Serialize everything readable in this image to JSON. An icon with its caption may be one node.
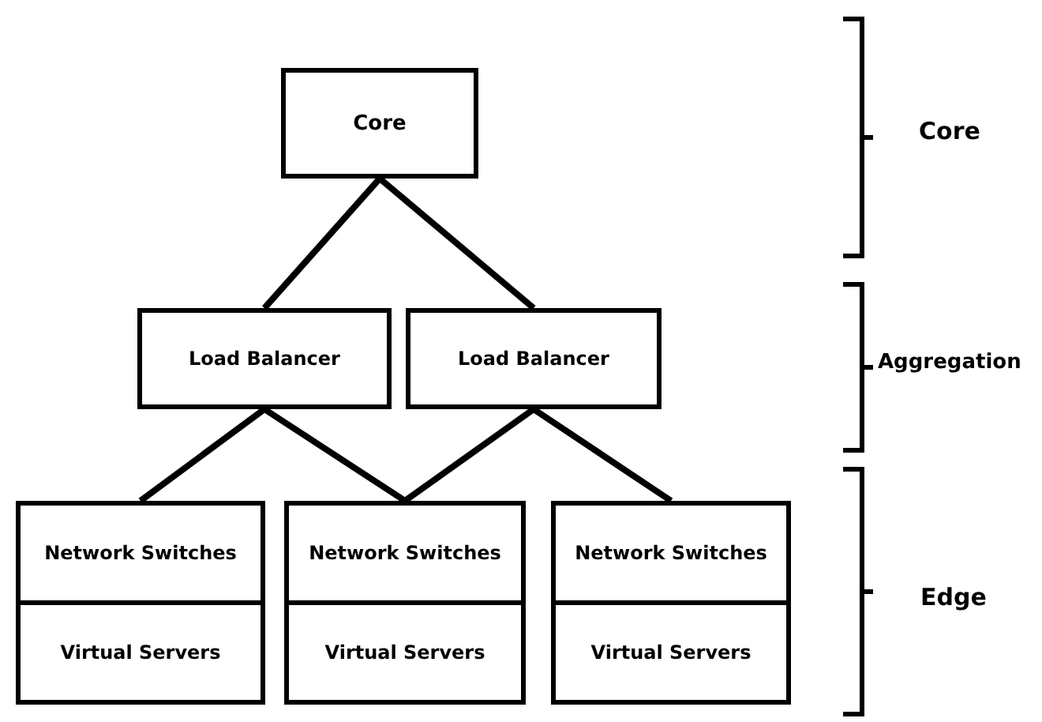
{
  "diagram": {
    "nodes": [
      {
        "text": [
          "Core"
        ]
      },
      {
        "text": [
          "Load Balancer"
        ]
      },
      {
        "text": [
          "Load Balancer"
        ]
      },
      {
        "text": [
          "Network Switches"
        ]
      },
      {
        "text": [
          "Virtual Servers"
        ]
      },
      {
        "text": [
          "Network Switches"
        ]
      },
      {
        "text": [
          "Virtual Servers"
        ]
      },
      {
        "text": [
          "Network Switches"
        ]
      },
      {
        "text": [
          "Virtual Servers"
        ]
      }
    ],
    "edges": [
      {
        "from": 0,
        "to": 1,
        "arrow": "none"
      },
      {
        "from": 0,
        "to": 2,
        "arrow": "none"
      },
      {
        "from": 1,
        "to": 3,
        "arrow": "none"
      },
      {
        "from": 1,
        "to": 5,
        "arrow": "none"
      },
      {
        "from": 2,
        "to": 5,
        "arrow": "none"
      },
      {
        "from": 2,
        "to": 7,
        "arrow": "none"
      }
    ],
    "labels": [
      "Core",
      "Aggregation",
      "Edge"
    ]
  }
}
